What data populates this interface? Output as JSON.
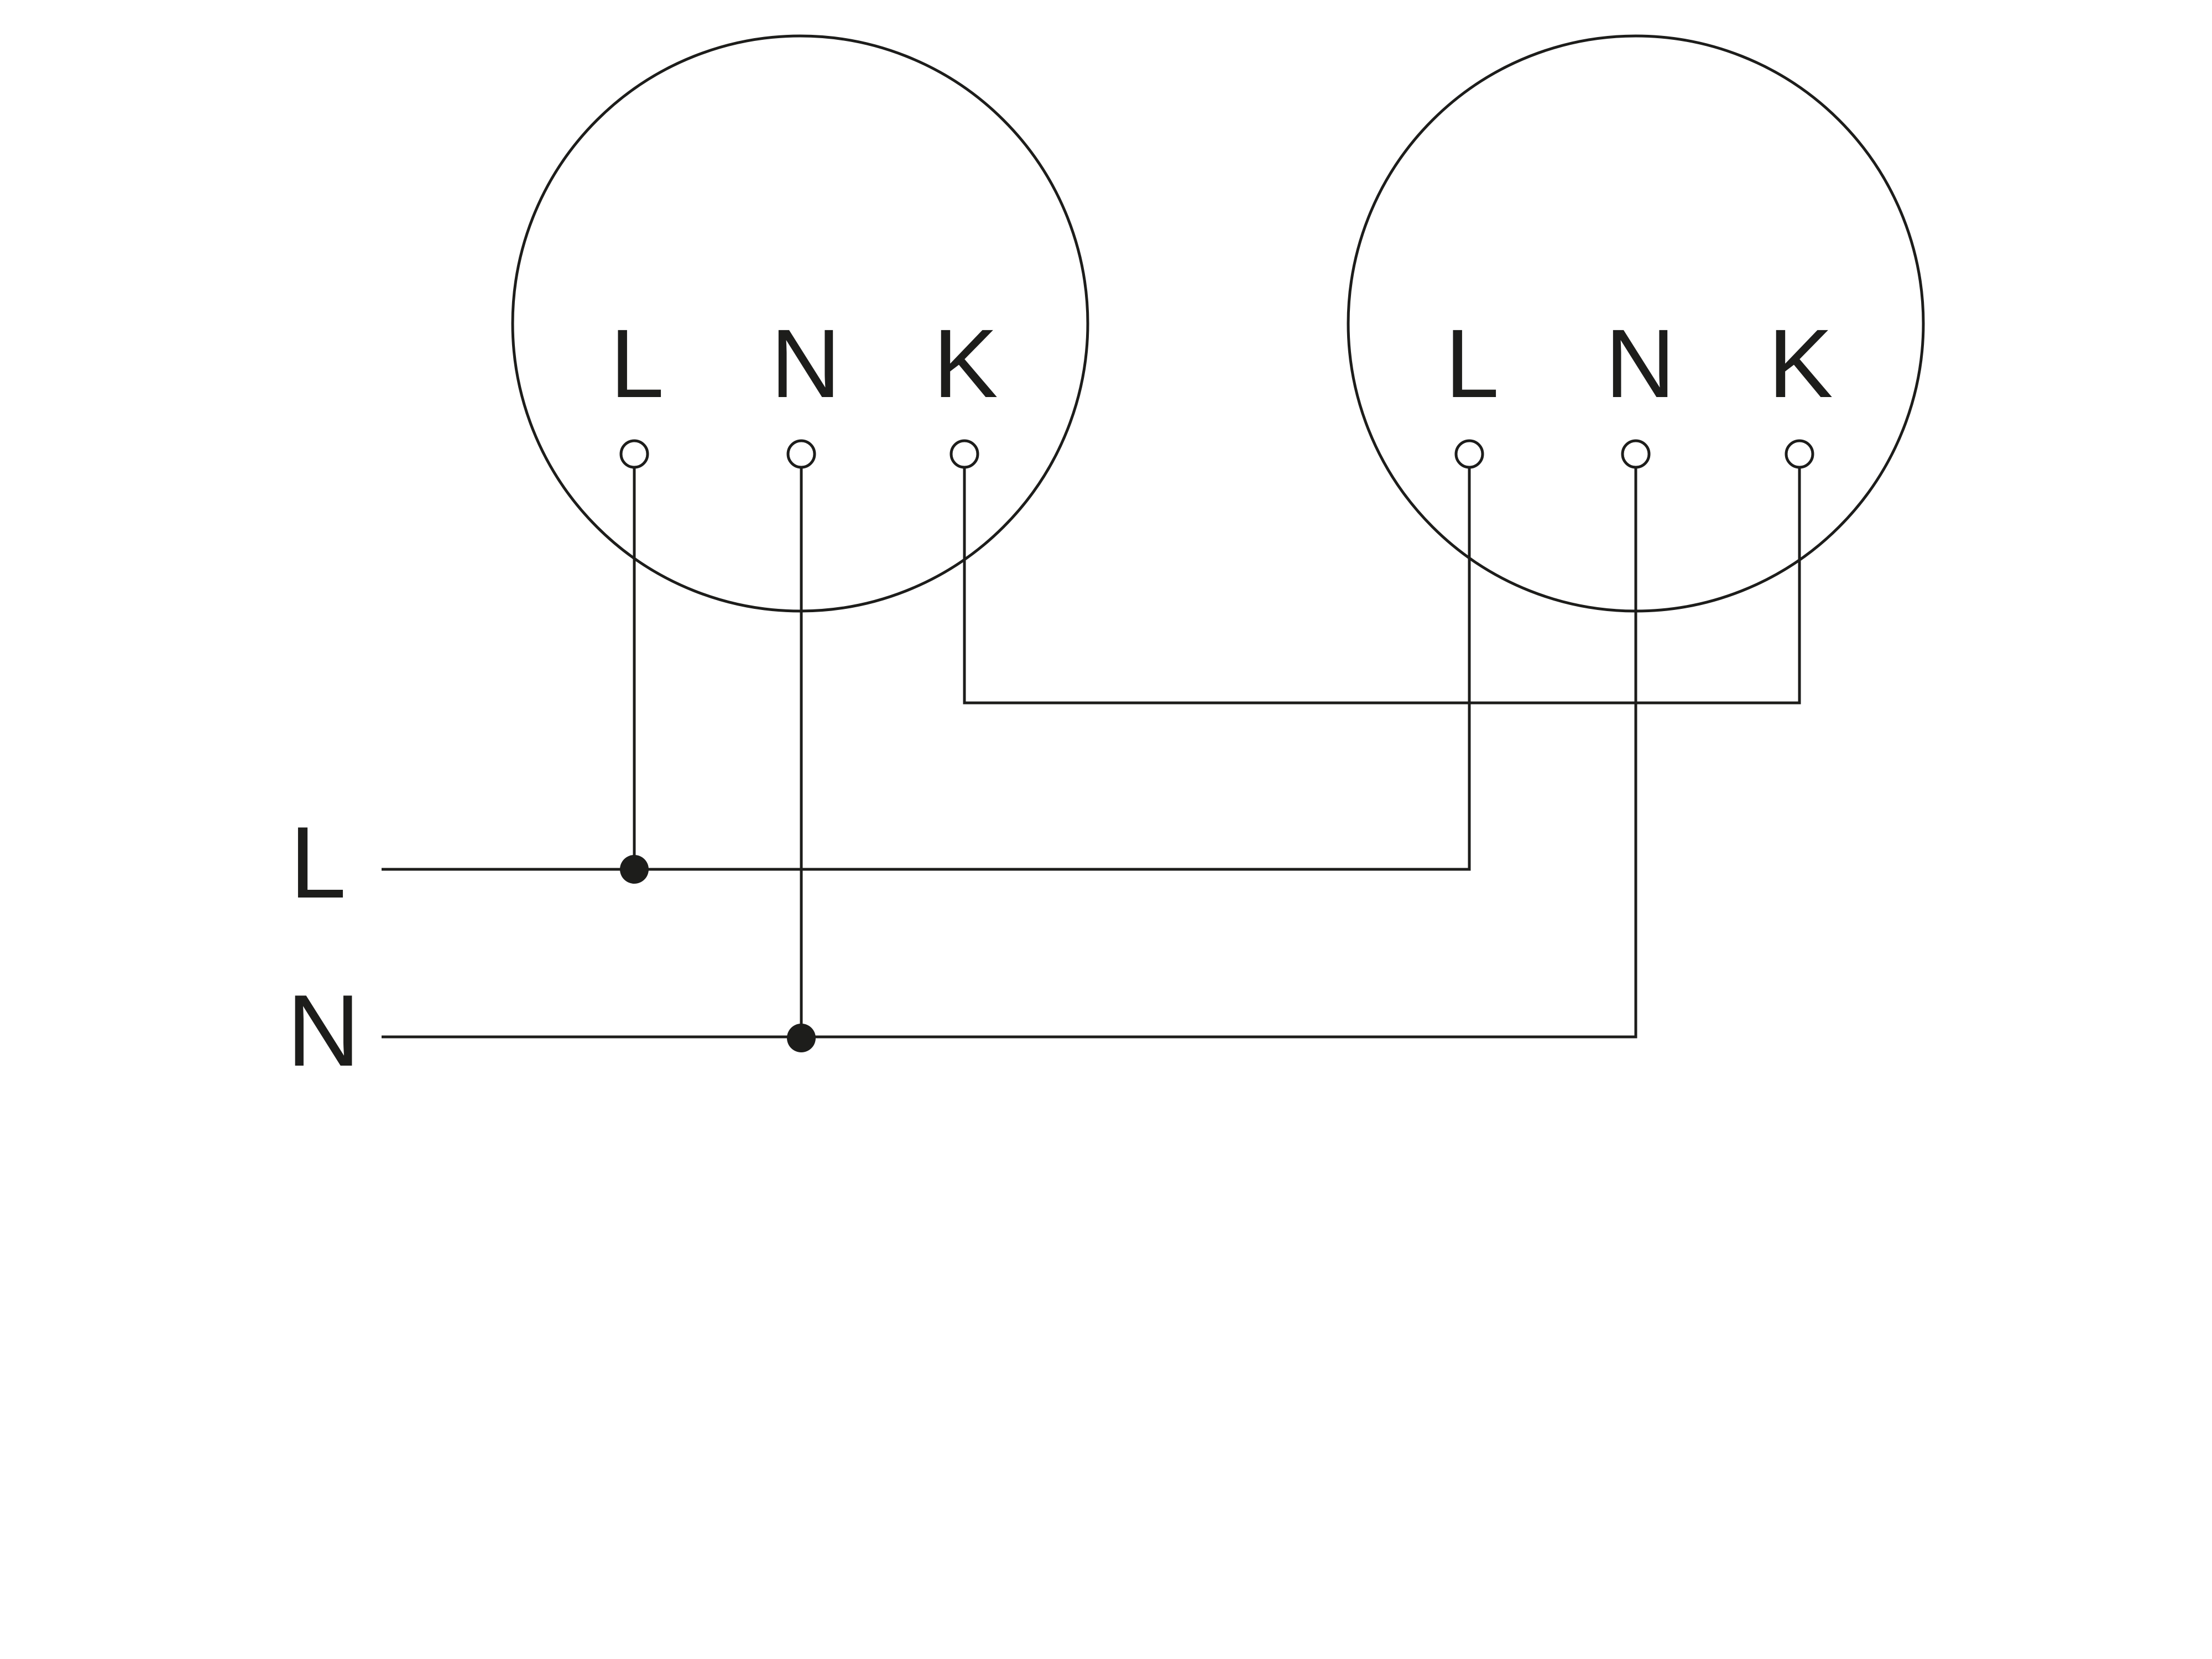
{
  "colors": {
    "line": "#1d1d1b",
    "background": "#ffffff"
  },
  "device_1": {
    "terminal_l": "L",
    "terminal_n": "N",
    "terminal_k": "K"
  },
  "device_2": {
    "terminal_l": "L",
    "terminal_n": "N",
    "terminal_k": "K"
  },
  "supply": {
    "line_label": "L",
    "neutral_label": "N"
  }
}
